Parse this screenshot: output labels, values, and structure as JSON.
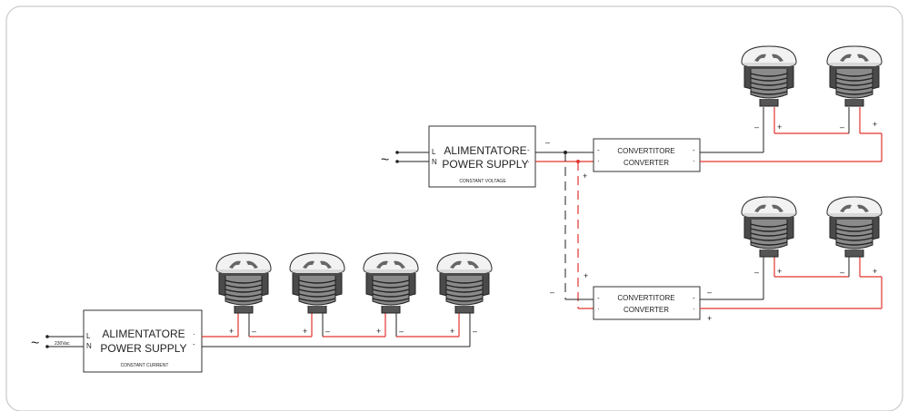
{
  "psu_top": {
    "L": "L",
    "N": "N",
    "title_it": "ALIMENTATORE",
    "title_en": "POWER SUPPLY",
    "type": "CONSTANT VOLTAGE",
    "out_minus": "-",
    "out_plus": "·"
  },
  "psu_bottom": {
    "L": "L",
    "N": "N",
    "voltage": "230Vac",
    "title_it": "ALIMENTATORE",
    "title_en": "POWER SUPPLY",
    "type": "CONSTANT CURRENT",
    "out_plus": "·",
    "out_minus": "-"
  },
  "converter_top": {
    "title_it": "CONVERTITORE",
    "title_en": "CONVERTER"
  },
  "converter_bottom": {
    "title_it": "CONVERTITORE",
    "title_en": "CONVERTER"
  },
  "symbols": {
    "ac": "~",
    "plus": "+",
    "minus": "–",
    "dash": "-",
    "dot": "·"
  },
  "colors": {
    "positive_wire": "#e3342f",
    "negative_wire": "#222222",
    "frame": "#bfbfbf"
  }
}
